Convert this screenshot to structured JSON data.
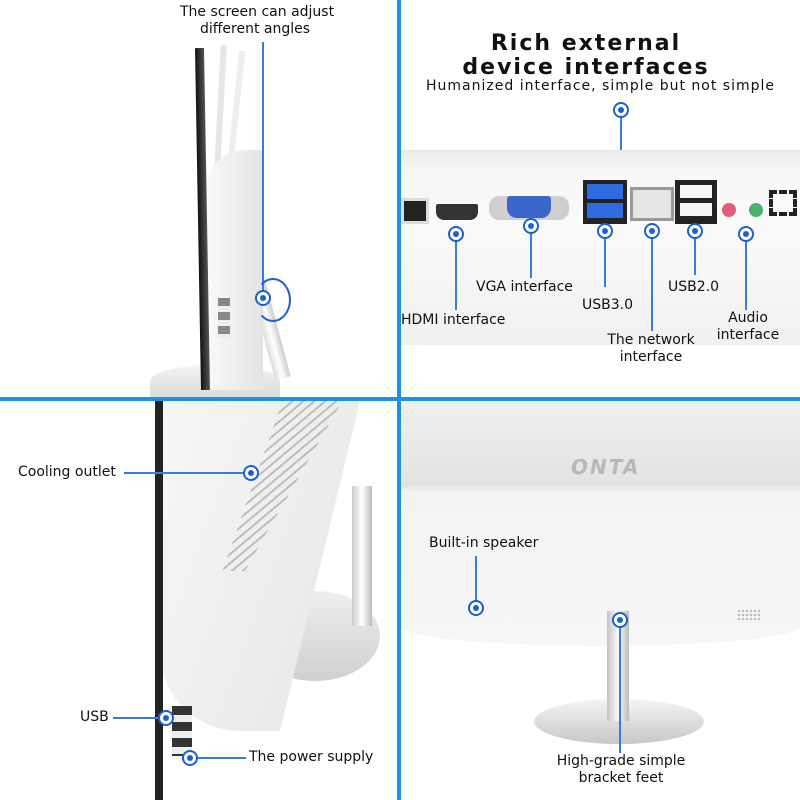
{
  "accent_color": "#1e90e6",
  "top_left": {
    "caption": "The screen can adjust different angles",
    "caption_line1": "The screen can adjust",
    "caption_line2": "different angles"
  },
  "top_right": {
    "title_line1": "Rich external",
    "title_line2": "device interfaces",
    "subtitle": "Humanized interface, simple but not simple",
    "labels": {
      "hdmi": "HDMI interface",
      "vga": "VGA interface",
      "usb3": "USB3.0",
      "network_line1": "The network",
      "network_line2": "interface",
      "usb2": "USB2.0",
      "audio_line1": "Audio",
      "audio_line2": "interface"
    }
  },
  "bottom_left": {
    "cooling": "Cooling outlet",
    "usb": "USB",
    "power": "The power supply"
  },
  "bottom_right": {
    "logo": "ONTA",
    "speaker": "Built-in speaker",
    "bracket_line1": "High-grade simple",
    "bracket_line2": "bracket feet"
  }
}
